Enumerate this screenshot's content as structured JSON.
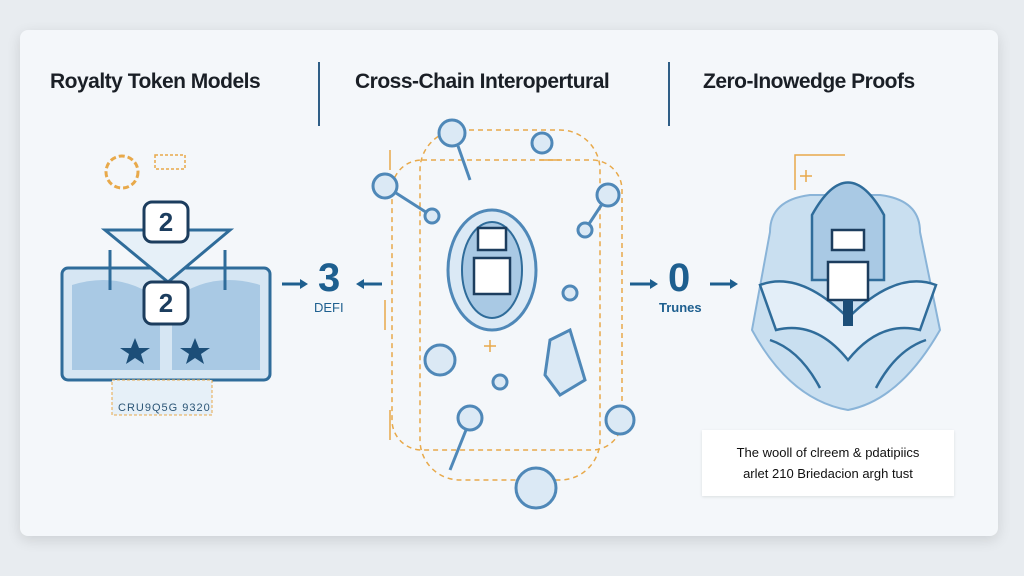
{
  "sections": [
    {
      "title": "Royalty Token Models"
    },
    {
      "title": "Cross-Chain Interopertural"
    },
    {
      "title": "Zero-Inowedge Proofs"
    }
  ],
  "left_panel": {
    "badge_top": "2",
    "badge_bottom": "2",
    "caption": "CRU9Q5G 9320"
  },
  "flow": [
    {
      "value": "3",
      "label": "DEFI"
    },
    {
      "value": "0",
      "label": "Trunes"
    }
  ],
  "note": {
    "line1": "The wooll of clreem & pdatipiics",
    "line2": "arlet 210 Briedacion argh tust"
  },
  "colors": {
    "accent": "#1e5f8f",
    "light_blue": "#c9dff0",
    "orange": "#e8a94a"
  }
}
